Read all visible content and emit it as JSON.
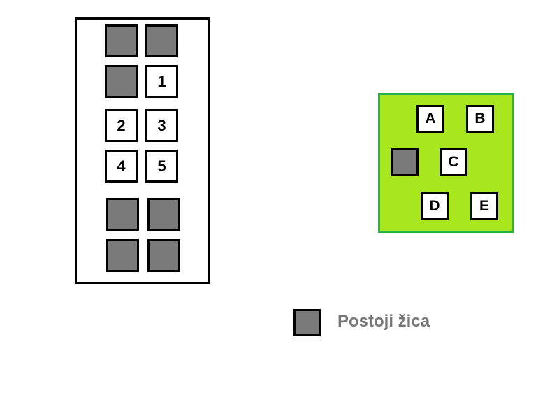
{
  "left_connector": {
    "pins": [
      {
        "label": "",
        "wired": true
      },
      {
        "label": "",
        "wired": true
      },
      {
        "label": "",
        "wired": true
      },
      {
        "label": "1",
        "wired": false
      },
      {
        "label": "2",
        "wired": false
      },
      {
        "label": "3",
        "wired": false
      },
      {
        "label": "4",
        "wired": false
      },
      {
        "label": "5",
        "wired": false
      },
      {
        "label": "",
        "wired": true
      },
      {
        "label": "",
        "wired": true
      },
      {
        "label": "",
        "wired": true
      },
      {
        "label": "",
        "wired": true
      }
    ]
  },
  "right_connector": {
    "background_color": "#a8e61d",
    "border_color": "#23b04a",
    "pins": [
      {
        "label": "A",
        "wired": false
      },
      {
        "label": "B",
        "wired": false
      },
      {
        "label": "",
        "wired": true
      },
      {
        "label": "C",
        "wired": false
      },
      {
        "label": "D",
        "wired": false
      },
      {
        "label": "E",
        "wired": false
      }
    ]
  },
  "legend": {
    "label": "Postoji žica",
    "swatch_color": "#7a7a7a"
  }
}
